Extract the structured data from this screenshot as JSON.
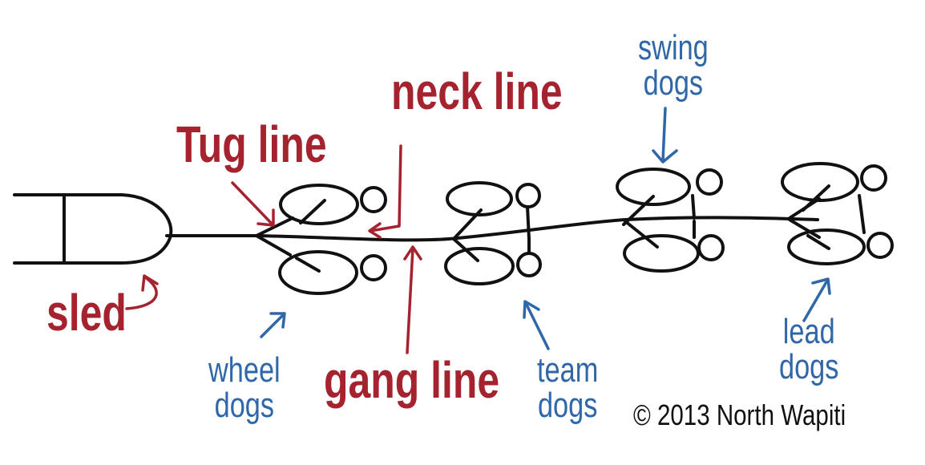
{
  "labels": {
    "sled": "sled",
    "tug_line": "Tug line",
    "neck_line": "neck line",
    "gang_line": "gang line",
    "wheel_dogs": [
      "wheel",
      "dogs"
    ],
    "team_dogs": [
      "team",
      "dogs"
    ],
    "swing_dogs": [
      "swing",
      "dogs"
    ],
    "lead_dogs": [
      "lead",
      "dogs"
    ]
  },
  "copyright": "© 2013 North Wapiti",
  "colors": {
    "ink": "#111111",
    "red_label": "#a5232f",
    "blue_label": "#2f67a9",
    "background": "#ffffff"
  }
}
